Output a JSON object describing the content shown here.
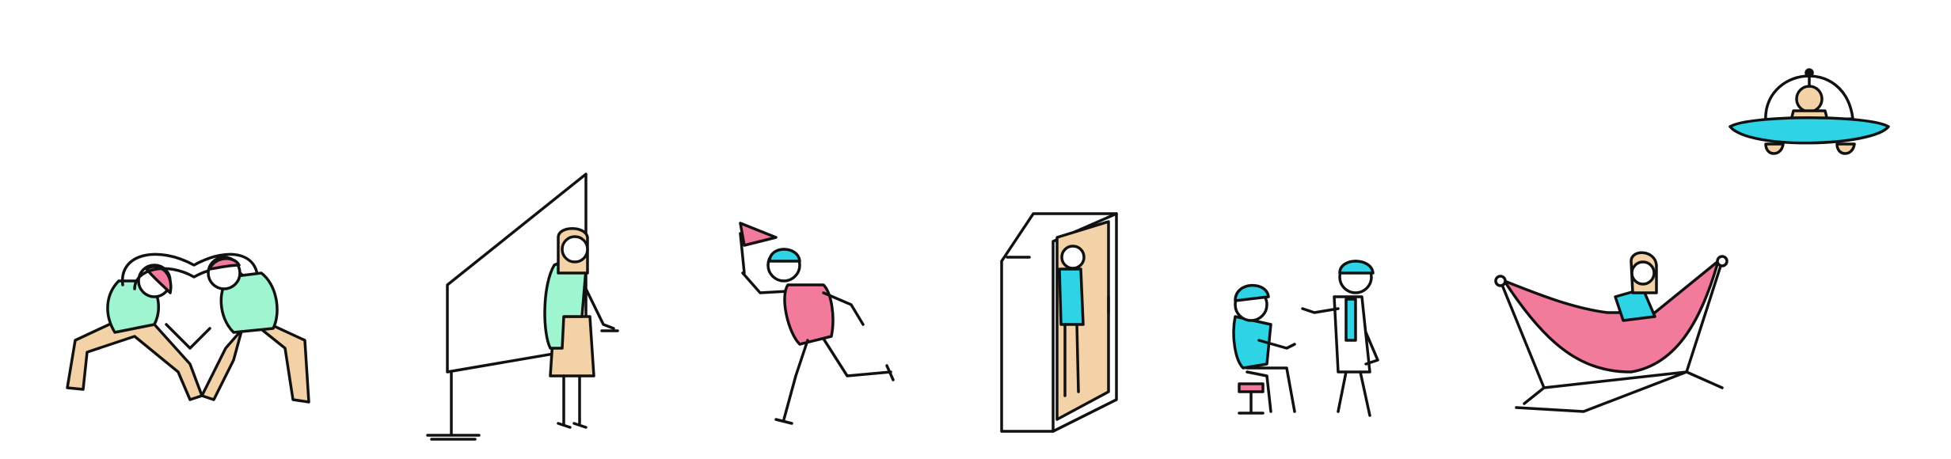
{
  "palette": {
    "mint": "#9ef5cf",
    "pink": "#f27a9a",
    "cyan": "#2fd3e6",
    "tan": "#f2d2a6",
    "ink": "#111111",
    "background": "#ffffff"
  },
  "figures": [
    {
      "name": "stretching-pair",
      "description_icon": "two-people-heart-stretch-icon"
    },
    {
      "name": "presenter-at-whiteboard",
      "description_icon": "presenter-whiteboard-icon"
    },
    {
      "name": "runner-with-flag",
      "description_icon": "runner-flag-icon"
    },
    {
      "name": "person-in-phone-booth",
      "description_icon": "phone-booth-icon"
    },
    {
      "name": "two-people-meeting",
      "description_icon": "meeting-icon"
    },
    {
      "name": "person-in-hammock",
      "description_icon": "hammock-icon"
    },
    {
      "name": "alien-ufo",
      "description_icon": "ufo-icon"
    }
  ]
}
